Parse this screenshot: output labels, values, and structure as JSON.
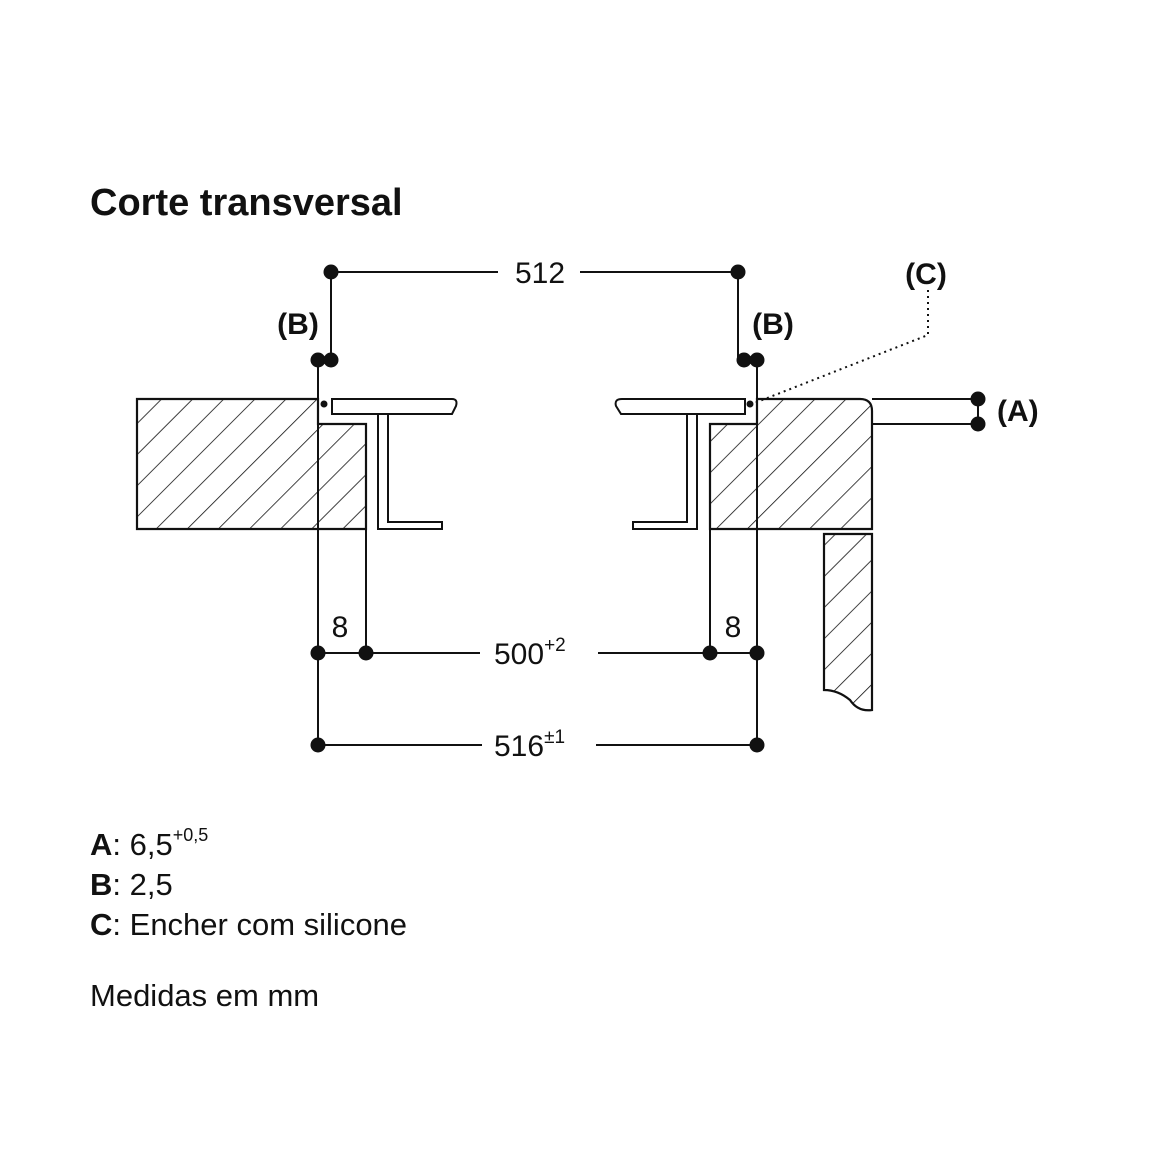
{
  "title": "Corte transversal",
  "dimensions": {
    "top": "512",
    "inner_base": "500",
    "inner_tol": "+2",
    "outer_base": "516",
    "outer_tol": "±1",
    "gap_left": "8",
    "gap_right": "8"
  },
  "callouts": {
    "a": "(A)",
    "b_left": "(B)",
    "b_right": "(B)",
    "c": "(C)"
  },
  "legend": [
    {
      "key": "A",
      "sep": ":",
      "value": "6,5",
      "tol": "+0,5"
    },
    {
      "key": "B",
      "sep": ":",
      "value": "2,5",
      "tol": ""
    },
    {
      "key": "C",
      "sep": ":",
      "value": "Encher com silicone",
      "tol": ""
    }
  ],
  "units_note": "Medidas em mm"
}
